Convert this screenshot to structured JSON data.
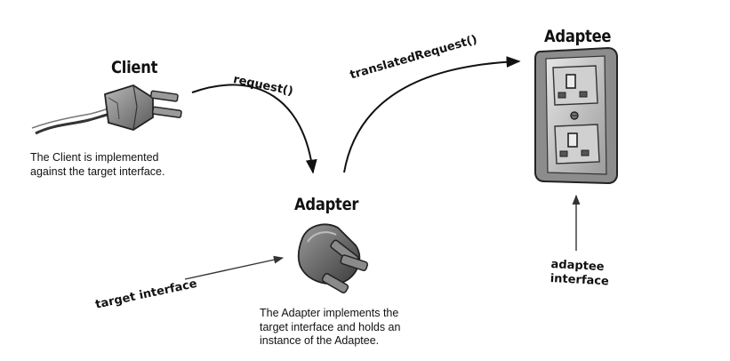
{
  "client": {
    "title": "Client",
    "caption": [
      "The Client is implemented",
      "against the target interface."
    ]
  },
  "adapter": {
    "title": "Adapter",
    "caption": [
      "The Adapter implements the",
      "target interface and holds an",
      "instance of the Adaptee."
    ]
  },
  "adaptee": {
    "title": "Adaptee"
  },
  "arrows": {
    "request": "request()",
    "translated_request": "translatedRequest()",
    "target_interface": "target interface",
    "adaptee_interface": [
      "adaptee",
      "interface"
    ]
  },
  "icons": {
    "client": "two-prong-plug-icon",
    "adapter": "three-prong-adapter-plug-icon",
    "adaptee": "wall-outlet-icon"
  },
  "colors": {
    "ink": "#111111",
    "plug_body": "#8a8a8a",
    "plug_dark": "#4a4a4a",
    "outlet_fill": "#c9c9c9"
  }
}
